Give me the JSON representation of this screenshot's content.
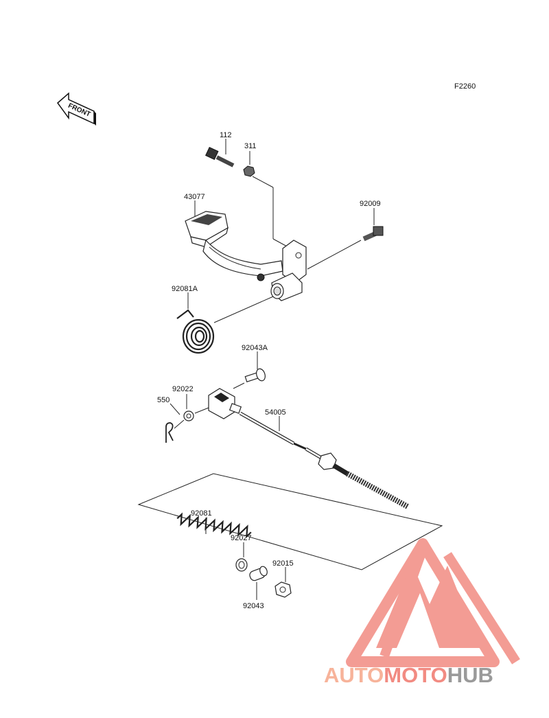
{
  "figure_code": "F2260",
  "front_label": "FRONT",
  "parts": [
    {
      "id": "p112",
      "label": "112"
    },
    {
      "id": "p311",
      "label": "311"
    },
    {
      "id": "p43077",
      "label": "43077"
    },
    {
      "id": "p92009",
      "label": "92009"
    },
    {
      "id": "p92081A",
      "label": "92081A"
    },
    {
      "id": "p92043A",
      "label": "92043A"
    },
    {
      "id": "p92022",
      "label": "92022"
    },
    {
      "id": "p550",
      "label": "550"
    },
    {
      "id": "p54005",
      "label": "54005"
    },
    {
      "id": "p92081",
      "label": "92081"
    },
    {
      "id": "p92027",
      "label": "92027"
    },
    {
      "id": "p92015",
      "label": "92015"
    },
    {
      "id": "p92043",
      "label": "92043"
    }
  ],
  "watermark": {
    "part1": "AUTO",
    "part2": "MOTO",
    "part3": "HUB",
    "color1": "#f7b39a",
    "color2": "#f28b82",
    "color3": "#9a9a9a",
    "logo_color": "#f28b82"
  }
}
